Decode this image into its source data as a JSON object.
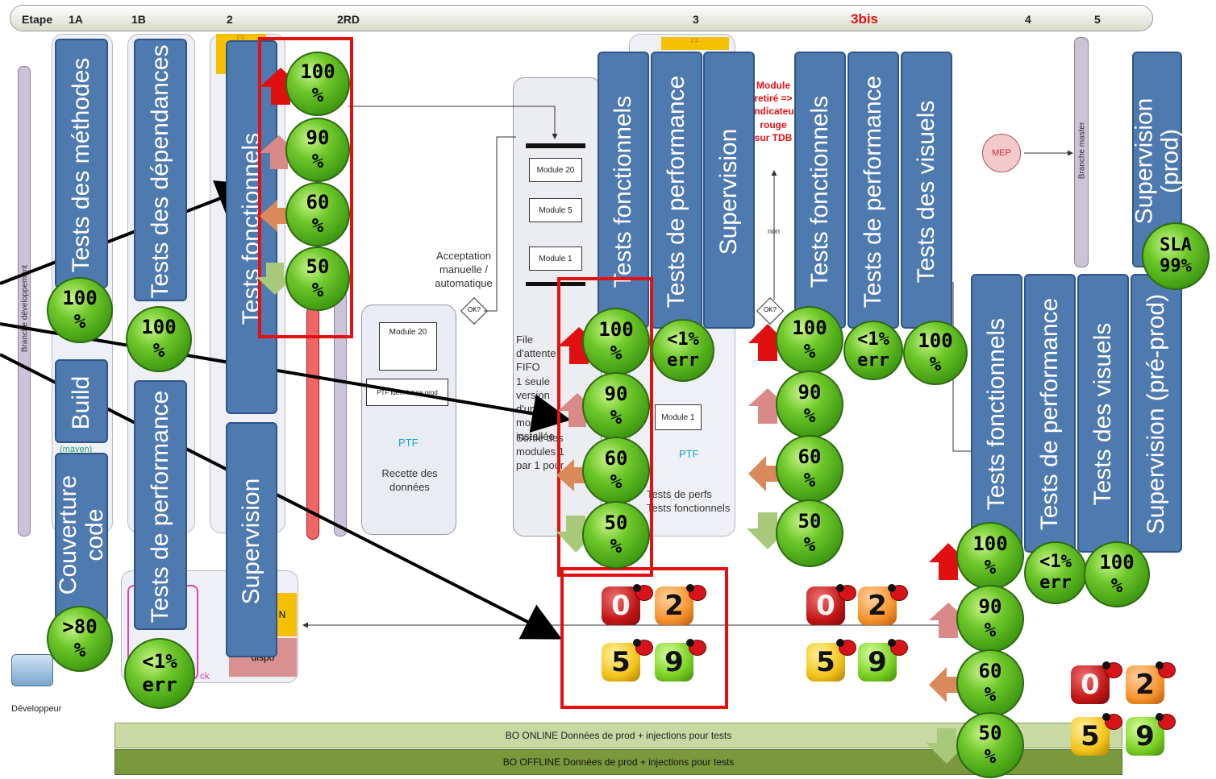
{
  "stages": {
    "label": "Etape",
    "s1a": "1A",
    "s1b": "1B",
    "s2": "2",
    "s2rd": "2RD",
    "s3": "3",
    "s3bis": "3bis",
    "s4": "4",
    "s5": "5"
  },
  "left_rail": "Branche développement",
  "master_rail": "Branche master",
  "boxes": {
    "tests_methodes": "Tests des méthodes",
    "tests_dependances": "Tests des dépendances",
    "build": "Build",
    "maven": "(maven)",
    "couverture": "Couverture code",
    "tests_perf_1b": "Tests de performance",
    "tests_fonc_2": "Tests fonctionnels",
    "supervision_2": "Supervision",
    "tests_fonc_3": "Tests fonctionnels",
    "tests_perf_3": "Tests de performance",
    "supervision_3": "Supervision",
    "tests_fonc_3bis": "Tests fonctionnels",
    "tests_perf_3bis": "Tests de performance",
    "tests_visuels_3bis": "Tests des visuels",
    "supervision_prod": "Supervision (prod)",
    "tests_fonc_4": "Tests fonctionnels",
    "tests_perf_4": "Tests de performance",
    "tests_visuels_4": "Tests des visuels",
    "supervision_preprod": "Supervision (pré-prod)"
  },
  "badges": {
    "b100": "100\n%",
    "b90": "90\n%",
    "b60": "60\n%",
    "b50": "50\n%",
    "err": "<1%\nerr",
    "cov": ">80\n%",
    "sla": "SLA\n99%"
  },
  "bugs": {
    "critical": "0",
    "major": "2",
    "minor": "5",
    "trivial": "9"
  },
  "diagram": {
    "module_retire": "Module retiré => indicateur rouge sur TDB",
    "non": "non",
    "ok": "OK?",
    "mep": "MEP",
    "acceptation": "Acceptation manuelle / automatique",
    "module20": "Module 20",
    "module5": "Module 5",
    "module1": "Module 1",
    "file_fifo": "File d'attente FIFO",
    "seule_version": "1 seule version d'un module installée",
    "sortie": "Sortie des modules 1 par 1 pour",
    "ptf": "PTF",
    "recette": "Recette des données",
    "ptf_idem": "PTF idem future prod",
    "tests_perfs": "Tests de perfs Tests fonctionnels",
    "ff": "FF",
    "dispo": "dispo",
    "n": "N",
    "ck": "ck",
    "developpeur": "Développeur",
    "bo_online": "BO ONLINE Données de prod + injections pour tests",
    "bo_offline": "BO OFFLINE Données de prod + injections pour tests"
  },
  "colors": {
    "blue": "#4f7ab0",
    "green": "#5ab81e",
    "red_frame": "#e31010",
    "accent_red": "#e31010"
  }
}
